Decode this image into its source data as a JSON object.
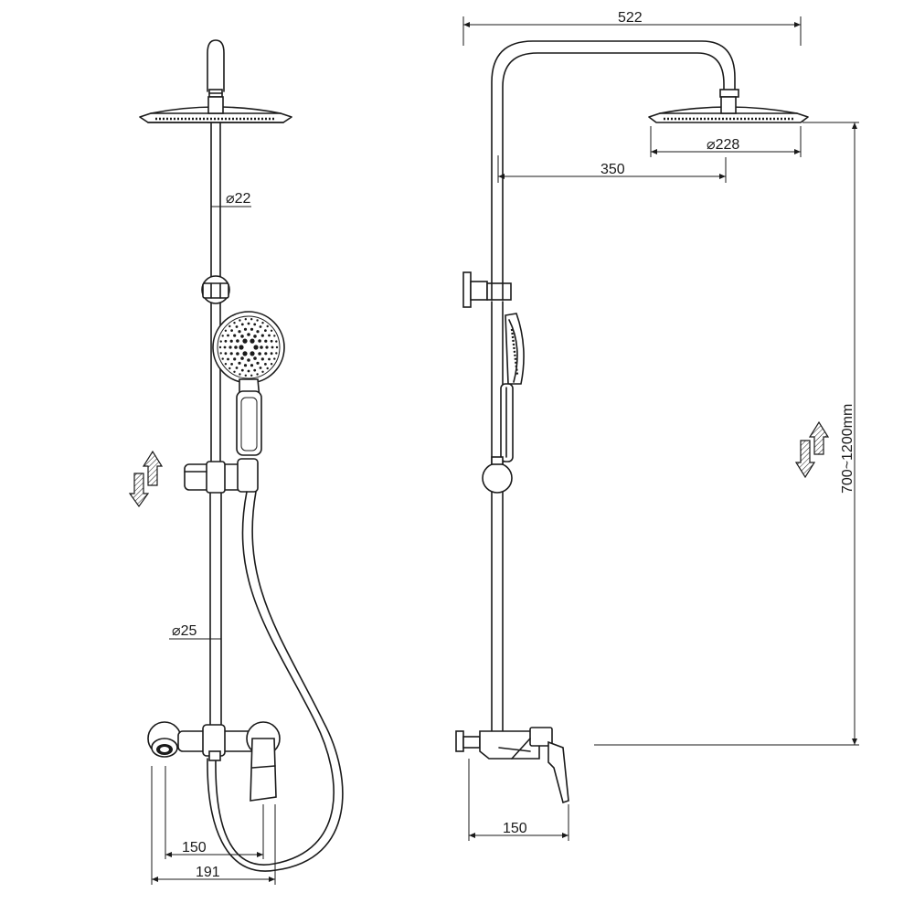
{
  "dimensions": {
    "rail_top_diameter": "⌀22",
    "rail_bottom_diameter": "⌀25",
    "front_inner_spacing": "150",
    "front_outer_spacing": "191",
    "overall_width": "522",
    "head_diameter": "⌀228",
    "arm_reach": "350",
    "height_range": "700~1200mm",
    "side_depth": "150"
  },
  "symbols": {
    "front_arrows": "adjust-arrows-icon",
    "side_arrows": "adjust-arrows-icon"
  },
  "colors": {
    "line": "#1a1a1a",
    "background": "#ffffff"
  }
}
